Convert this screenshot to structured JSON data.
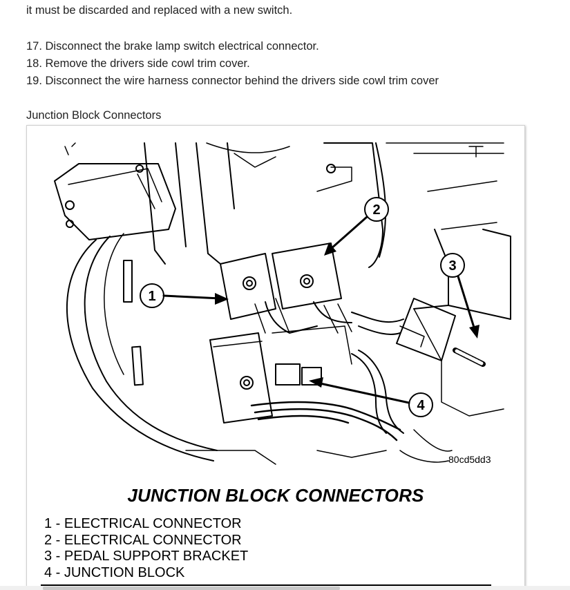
{
  "text_lines": [
    "it must be discarded and replaced with a new switch.",
    "17. Disconnect the brake lamp switch electrical connector.",
    "18. Remove the drivers side cowl trim cover.",
    "19. Disconnect the wire harness connector behind the drivers side cowl trim cover"
  ],
  "section_heading": "Junction Block Connectors",
  "figure": {
    "code": "80cd5dd3",
    "title": "JUNCTION BLOCK CONNECTORS",
    "callouts": [
      "1",
      "2",
      "3",
      "4"
    ],
    "legend": [
      "1 - ELECTRICAL CONNECTOR",
      "2 - ELECTRICAL CONNECTOR",
      "3 - PEDAL SUPPORT BRACKET",
      "4 - JUNCTION BLOCK"
    ]
  }
}
